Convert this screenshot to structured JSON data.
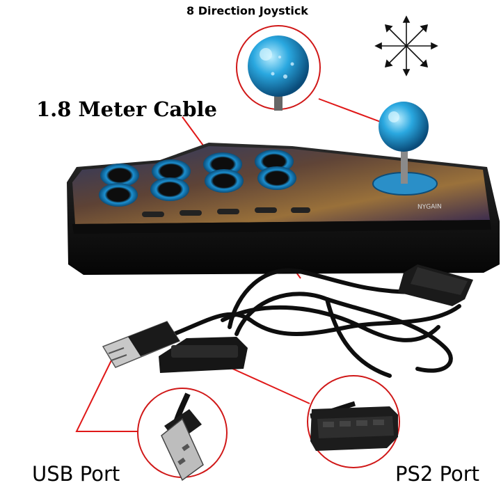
{
  "labels": {
    "joystick": "8 Direction Joystick",
    "cable": "1.8 Meter Cable",
    "usb": "USB Port",
    "ps2": "PS2 Port"
  },
  "case_print": "NYGAIN",
  "colors": {
    "callout": "#e01818",
    "ball": "#2aa8e0",
    "buttons": "#1b8fd0",
    "body": "#141414"
  },
  "icons": [
    "direction-arrows-icon"
  ]
}
